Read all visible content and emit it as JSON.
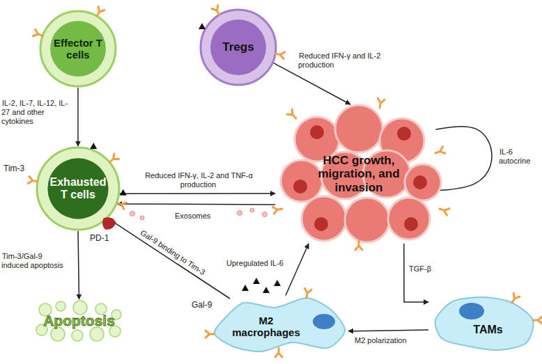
{
  "diagram": {
    "nodes": [
      {
        "text": [
          "Effector T cells"
        ]
      },
      {
        "text": [
          "Tregs"
        ]
      },
      {
        "text": [
          "Exhausted T cells"
        ]
      },
      {
        "text": [
          "HCC growth, migration, and invasion"
        ]
      },
      {
        "text": [
          "M2 macrophages"
        ]
      },
      {
        "text": [
          "TAMs"
        ]
      },
      {
        "text": [
          "Apoptosis"
        ]
      }
    ],
    "edges": [
      {
        "from": 0,
        "to": 2,
        "arrow": "to",
        "label": "IL-2, IL-7, IL-12, IL-27 and other cytokines"
      },
      {
        "from": 1,
        "to": 3,
        "arrow": "to",
        "label": "Reduced IFN-γ and IL-2 production"
      },
      {
        "from": 2,
        "to": 3,
        "arrow": "to",
        "label": "Reduced IFN-γ, IL-2 and TNF-α production"
      },
      {
        "from": 3,
        "to": 2,
        "arrow": "to",
        "label": "Exosomes"
      },
      {
        "from": 2,
        "to": 6,
        "arrow": "to",
        "label": "Tim-3/Gal-9 induced apoptosis"
      },
      {
        "from": 4,
        "to": 2,
        "arrow": "to",
        "label": "Gal-9 binding to Tim-3"
      },
      {
        "from": 4,
        "to": 3,
        "arrow": "to",
        "label": "Upregulated IL-6"
      },
      {
        "from": 3,
        "to": 3,
        "arrow": "to",
        "label": "IL-6 autocrine"
      },
      {
        "from": 3,
        "to": 5,
        "arrow": "to",
        "label": "TGF-β"
      },
      {
        "from": 5,
        "to": 4,
        "arrow": "to",
        "label": "M2 polarization"
      }
    ],
    "labels": [
      "Tim-3",
      "PD-1",
      "Gal-9"
    ]
  }
}
